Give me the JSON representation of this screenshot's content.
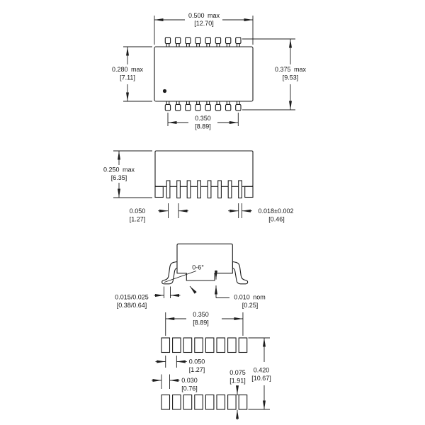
{
  "package": {
    "leads_per_side": 8,
    "pads_per_row": 8
  },
  "views": {
    "top": {
      "overall_width": {
        "in": "0.500 max",
        "mm": "[12.70]"
      },
      "body_height": {
        "in": "0.280 max",
        "mm": "[7.11]"
      },
      "overall_height": {
        "in": "0.375 max",
        "mm": "[9.53]"
      },
      "lead_span": {
        "in": "0.350",
        "mm": "[8.89]"
      }
    },
    "side": {
      "max_height": {
        "in": "0.250 max",
        "mm": "[6.35]"
      },
      "lead_pitch": {
        "in": "0.050",
        "mm": "[1.27]"
      },
      "lead_width": {
        "in": "0.018±0.002",
        "mm": "[0.46]"
      }
    },
    "end": {
      "lead_angle": "0-6°",
      "foot_length": {
        "in": "0.015/0.025",
        "mm": "[0.38/0.64]"
      },
      "standoff": {
        "in": "0.010 nom",
        "mm": "[0.25]"
      }
    },
    "land_pattern": {
      "pad_span": {
        "in": "0.350",
        "mm": "[8.89]"
      },
      "pad_pitch": {
        "in": "0.050",
        "mm": "[1.27]"
      },
      "pad_width": {
        "in": "0.030",
        "mm": "[0.76]"
      },
      "pad_height": {
        "in": "0.075",
        "mm": "[1.91]"
      },
      "overall_span": {
        "in": "0.420",
        "mm": "[10.67]"
      }
    }
  },
  "colors": {
    "line": "#1c1c1c",
    "text": "#161616",
    "background": "#ffffff"
  }
}
